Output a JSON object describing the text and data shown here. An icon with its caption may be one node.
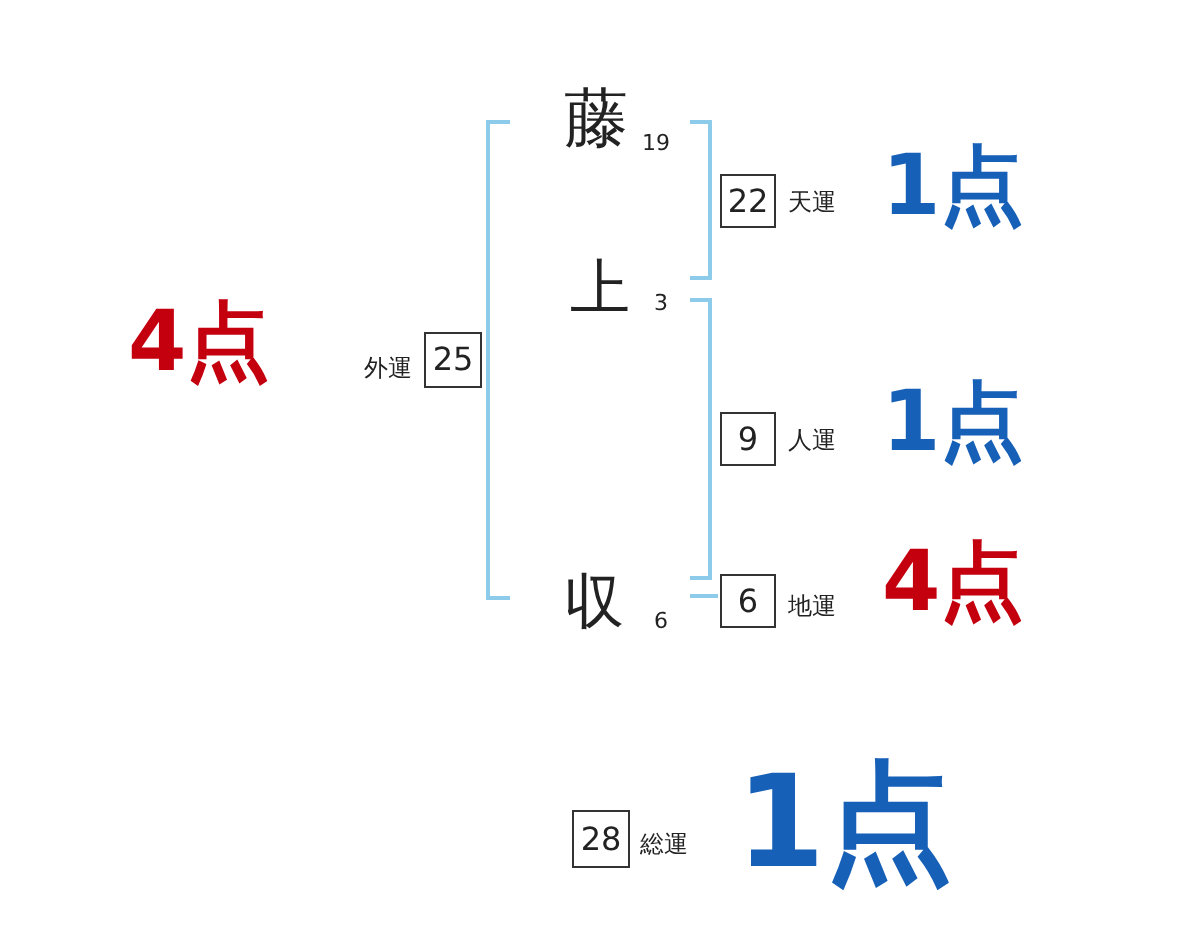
{
  "diagram": {
    "nodes": [
      {
        "text": [
          "25"
        ],
        "beside": [
          "外運",
          "4点"
        ]
      },
      {
        "text": [
          "22"
        ],
        "beside": [
          "天運",
          "1点"
        ]
      },
      {
        "text": [
          "9"
        ],
        "beside": [
          "人運",
          "1点"
        ]
      },
      {
        "text": [
          "6"
        ],
        "beside": [
          "地運",
          "4点"
        ]
      },
      {
        "text": [
          "28"
        ],
        "beside": [
          "総運",
          "1点"
        ]
      }
    ],
    "labels": [
      "藤",
      "19",
      "上",
      "3",
      "収",
      "6"
    ]
  }
}
